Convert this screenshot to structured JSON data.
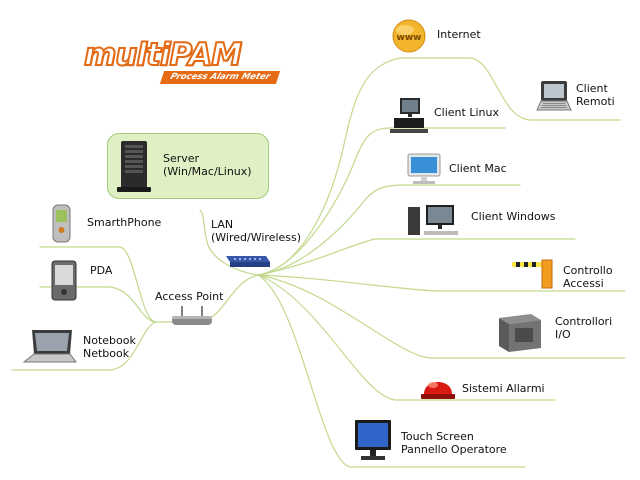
{
  "logo": {
    "main": "multiPAM",
    "sub": "Process Alarm Meter"
  },
  "colors": {
    "branch": "#c2d98c",
    "server_bg": "#dff0c4",
    "logo_orange": "#e46a14"
  },
  "nodes": {
    "internet": {
      "label": "Internet",
      "icon": "www-globe-icon"
    },
    "client_remoti": {
      "line1": "Client",
      "line2": "Remoti",
      "icon": "laptop-icon"
    },
    "client_linux": {
      "label": "Client Linux",
      "icon": "linux-pc-icon"
    },
    "client_mac": {
      "label": "Client Mac",
      "icon": "mac-monitor-icon"
    },
    "client_windows": {
      "label": "Client Windows",
      "icon": "windows-pc-icon"
    },
    "controllo_accessi": {
      "line1": "Controllo",
      "line2": "Accessi",
      "icon": "barrier-gate-icon"
    },
    "controllori_io": {
      "line1": "Controllori",
      "line2": "I/O",
      "icon": "io-controller-icon"
    },
    "sistemi_allarmi": {
      "label": "Sistemi Allarmi",
      "icon": "alarm-beacon-icon"
    },
    "touch_screen": {
      "line1": "Touch Screen",
      "line2": "Pannello Operatore",
      "icon": "touch-monitor-icon"
    },
    "server": {
      "line1": "Server",
      "line2": "(Win/Mac/Linux)",
      "icon": "server-tower-icon"
    },
    "lan": {
      "line1": "LAN",
      "line2": "(Wired/Wireless)",
      "icon": "network-switch-icon"
    },
    "access_point": {
      "label": "Access Point",
      "icon": "router-icon"
    },
    "smartphone": {
      "label": "SmarthPhone",
      "icon": "smartphone-icon"
    },
    "pda": {
      "label": "PDA",
      "icon": "pda-icon"
    },
    "notebook": {
      "line1": "Notebook",
      "line2": "Netbook",
      "icon": "notebook-icon"
    }
  }
}
